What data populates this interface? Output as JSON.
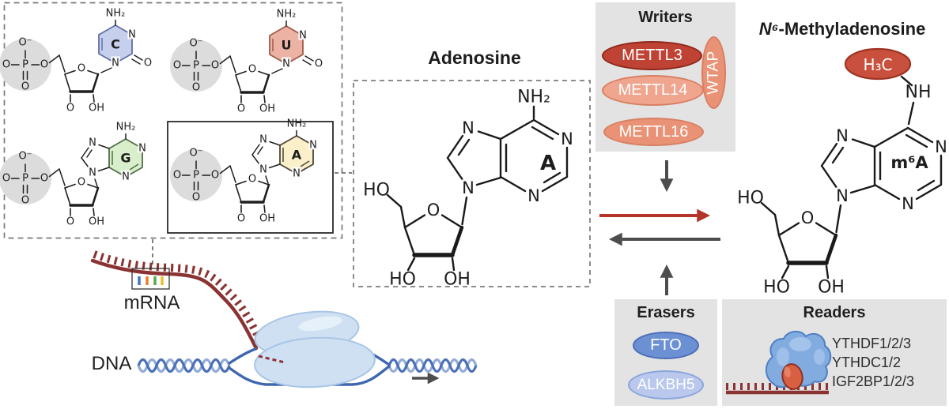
{
  "titles": {
    "adenosine": "Adenosine",
    "m6a_prefix": "N⁶",
    "m6a_rest": "-Methyladenosine"
  },
  "atoms": {
    "nh2": "NH₂",
    "nh": "NH",
    "n": "N",
    "o": "O",
    "o_minus": "O⁻",
    "p": "P",
    "ho": "HO",
    "oh": "OH",
    "h3c": "H₃C"
  },
  "bases": {
    "c": "C",
    "u": "U",
    "g": "G",
    "a": "A",
    "m6a": "m⁶A"
  },
  "writers": {
    "title": "Writers",
    "members": [
      "METTL3",
      "METTL14",
      "WTAP",
      "METTL16"
    ]
  },
  "erasers": {
    "title": "Erasers",
    "members": [
      "FTO",
      "ALKBH5"
    ]
  },
  "readers": {
    "title": "Readers",
    "members": [
      "YTHDF1/2/3",
      "YTHDC1/2",
      "IGF2BP1/2/3"
    ]
  },
  "labels": {
    "mrna": "mRNA",
    "dna": "DNA"
  },
  "colors": {
    "panelGray": "#e3e3e3",
    "baseC": "#c6cfec",
    "baseCStroke": "#5f6fa8",
    "baseU": "#ecb3a5",
    "baseUStroke": "#a05a4d",
    "baseG": "#d9eecb",
    "baseGStroke": "#4f6f49",
    "baseA": "#fbf0c9",
    "baseAStroke": "#4a463a",
    "writerDark": "#bf4334",
    "writerDarkEdge": "#8e261b",
    "writerLight": "#f0a58e",
    "writerMid": "#e99276",
    "writerEdge": "#d87f62",
    "methylRed": "#c8503c",
    "methylRedEdge": "#9e3423",
    "ftoFill": "#6b90d4",
    "ftoEdge": "#4b6db5",
    "alkbhFill": "#b9c8ec",
    "alkbhEdge": "#8ba5dc",
    "readerBlob": "#82abdf",
    "readerBlobEdge": "#4f7fc4",
    "readerEgg": "#d95f42",
    "readerEggEdge": "#8e3020",
    "mrnaRed": "#8b3332",
    "dnaBlue": "#4a70b8",
    "dnaBlueLight": "#93abd6",
    "polymerase": "#cfe0f2",
    "polymeraseEdge": "#a9c6e6",
    "arrowRed": "#b5342a",
    "arrowGray": "#4d4d4d",
    "tickBlue": "#4472c4",
    "tickOrange": "#ed7d31",
    "tickGreen": "#5aa84e",
    "tickYellow": "#e8bf2e"
  }
}
